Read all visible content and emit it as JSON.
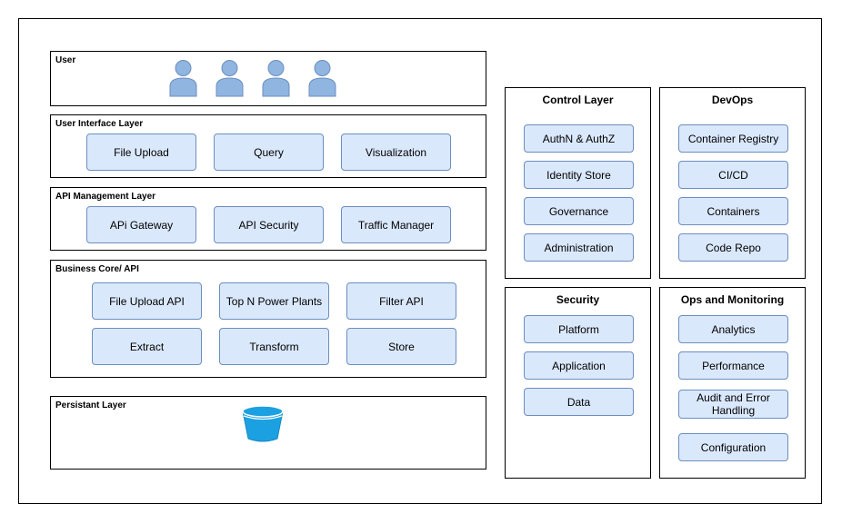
{
  "colors": {
    "node_fill": "#dae8fc",
    "node_stroke": "#6c8ebf",
    "user_fill": "#8fb5e0",
    "bucket_fill": "#1ba1e2"
  },
  "user_layer": {
    "title": "User",
    "icons": [
      "user-icon",
      "user-icon",
      "user-icon",
      "user-icon"
    ]
  },
  "ui_layer": {
    "title": "User Interface Layer",
    "items": [
      "File Upload",
      "Query",
      "Visualization"
    ]
  },
  "api_layer": {
    "title": "API Management Layer",
    "items": [
      "APi Gateway",
      "API Security",
      "Traffic Manager"
    ]
  },
  "business_layer": {
    "title": "Business Core/ API",
    "row1": [
      "File Upload API",
      "Top N Power Plants",
      "Filter API"
    ],
    "row2": [
      "Extract",
      "Transform",
      "Store"
    ]
  },
  "persistent_layer": {
    "title": "Persistant Layer",
    "icon": "storage-bucket-icon"
  },
  "control_layer": {
    "title": "Control Layer",
    "items": [
      "AuthN & AuthZ",
      "Identity Store",
      "Governance",
      "Administration"
    ]
  },
  "devops": {
    "title": "DevOps",
    "items": [
      "Container Registry",
      "CI/CD",
      "Containers",
      "Code Repo"
    ]
  },
  "security": {
    "title": "Security",
    "items": [
      "Platform",
      "Application",
      "Data"
    ]
  },
  "ops": {
    "title": "Ops and Monitoring",
    "items": [
      "Analytics",
      "Performance",
      "Audit and Error Handling",
      "Configuration"
    ]
  }
}
